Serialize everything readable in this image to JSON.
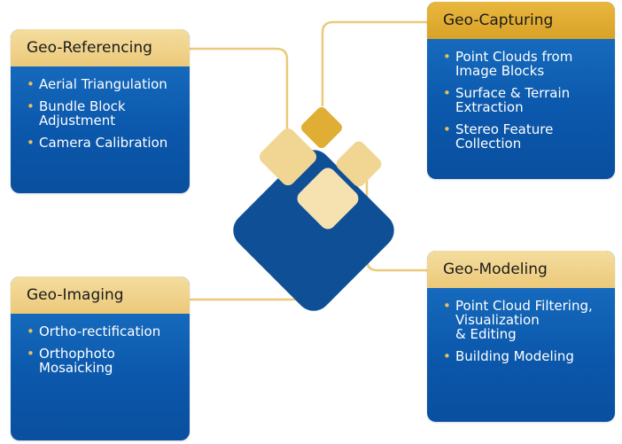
{
  "cards": {
    "referencing": {
      "title": "Geo-Referencing",
      "items": [
        "Aerial Triangulation",
        "Bundle Block\nAdjustment",
        "Camera Calibration"
      ]
    },
    "capturing": {
      "title": "Geo-Capturing",
      "items": [
        "Point Clouds from\nImage Blocks",
        "Surface & Terrain\nExtraction",
        "Stereo Feature\nCollection"
      ]
    },
    "imaging": {
      "title": "Geo-Imaging",
      "items": [
        "Ortho-rectification",
        "Orthophoto\nMosaicking"
      ]
    },
    "modeling": {
      "title": "Geo-Modeling",
      "items": [
        "Point Cloud Filtering,\nVisualization\n& Editing",
        "Building Modeling"
      ]
    }
  },
  "colors": {
    "card_blue": "#0b58ac",
    "header_pale": "#efd189",
    "header_gold": "#e2ad33",
    "connector": "#ecc97a",
    "logo_navy": "#0e4f96",
    "tile_pale": "#f1d592",
    "tile_gold": "#e0ad35"
  },
  "bullet_symbol": "•"
}
